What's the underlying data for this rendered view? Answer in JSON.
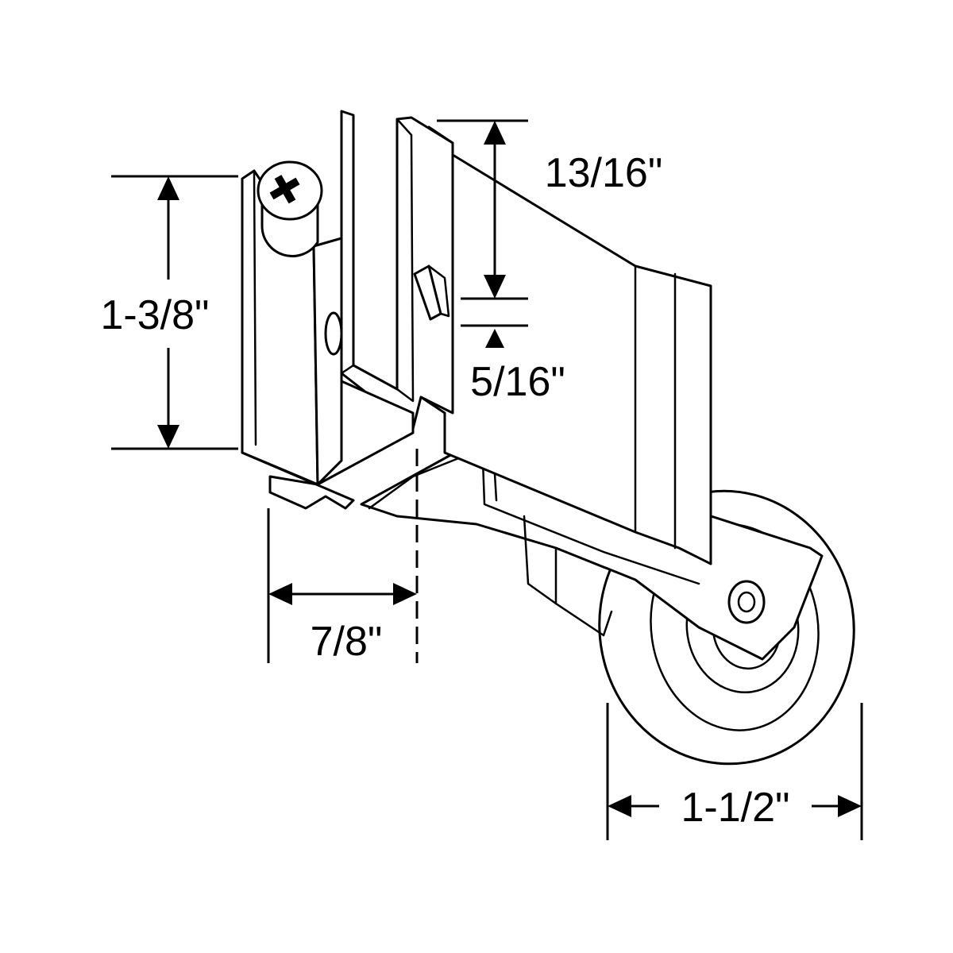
{
  "dimensions": {
    "height_total": "1-3/8\"",
    "top_offset": "13/16\"",
    "tab_height": "5/16\"",
    "body_depth": "7/8\"",
    "wheel_width": "1-1/2\""
  },
  "colors": {
    "line": "#000000",
    "background": "#ffffff"
  }
}
